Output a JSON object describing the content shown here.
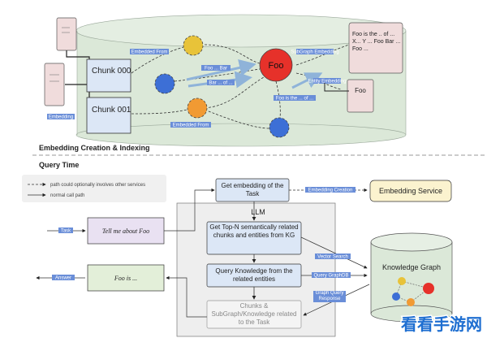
{
  "top": {
    "section_title": "Embedding Creation & Indexing",
    "chunk_000": "Chunk 000",
    "chunk_001": "Chunk 001",
    "foo_node": "Foo",
    "foo_desc": "Foo is the .. of ... X... Y ... Foo Bar ... Foo ...",
    "foo_doc": "Foo",
    "tags": {
      "doc_label": "Embedding",
      "embedded_from": "Embedded From",
      "subgraph_embedding": "SubGraph Embedding",
      "entity_embedding": "Entity Embedding",
      "foo_is_the": "Foo is the ... of ...",
      "bar_of": "Bar ... of ...",
      "foo_bar": "Foo ... Bar"
    }
  },
  "bottom": {
    "section_title": "Query Time",
    "legend": {
      "dashed": "path could optionally involves other services",
      "solid": "normal call path"
    },
    "get_embedding": "Get embedding of the Task",
    "embedding_service": "Embedding Service",
    "llm": "LLM",
    "top_n": "Get Top-N semantically related chunks and entities from KG",
    "query_knowledge": "Query Knowledge from the related entities",
    "chunks_step": "Chunks & SubGraph/Knowledge related to the Task",
    "tell_me": "Tell me about Foo",
    "foo_is": "Foo is ...",
    "knowledge_graph": "Knowledge Graph",
    "tags": {
      "task": "Task",
      "answer": "Answer",
      "embedding_creation": "Embedding Creation",
      "vector_search": "Vector Search",
      "query_graph_db": "Query GraphDB",
      "graph_query_response": "Graph Query Response"
    }
  },
  "watermark": "看看手游网",
  "colors": {
    "cylinder": "#dbe8d8",
    "chunk_fill": "#dce7f6",
    "doc_fill": "#f0dcdc",
    "foo_red": "#e6312a",
    "node_blue": "#3d6fd6",
    "node_orange": "#f19a33",
    "node_yellow": "#e8c339",
    "tag_blue": "#6a8ed8",
    "llm_panel": "#eeeeee",
    "embed_service": "#fbf3cf",
    "input_purple": "#e9e1f2",
    "output_green": "#e3efd9",
    "watermark": "#1f6fd1"
  }
}
